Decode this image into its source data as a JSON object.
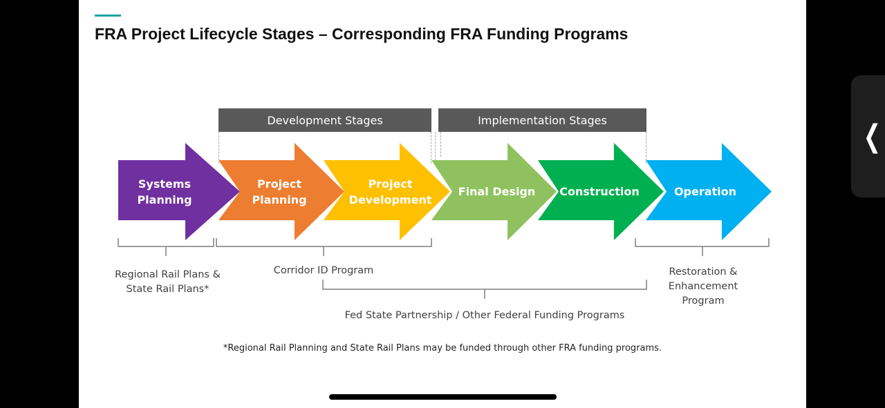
{
  "title": "FRA Project Lifecycle Stages – Corresponding FRA Funding Programs",
  "stage_groups": [
    {
      "label": "Development Stages"
    },
    {
      "label": "Implementation Stages"
    }
  ],
  "stages": [
    {
      "label": "Systems\nPlanning",
      "color": "#7030a0"
    },
    {
      "label": "Project\nPlanning",
      "color": "#ed7d31"
    },
    {
      "label": "Project\nDevelopment",
      "color": "#ffc000"
    },
    {
      "label": "Final Design",
      "color": "#8fc25f"
    },
    {
      "label": "Construction",
      "color": "#00b050"
    },
    {
      "label": "Operation",
      "color": "#00b0f0"
    }
  ],
  "funding_programs": [
    {
      "label": "Regional Rail Plans &\nState Rail Plans*"
    },
    {
      "label": "Corridor ID Program"
    },
    {
      "label": "Fed State Partnership / Other Federal Funding Programs"
    },
    {
      "label": "Restoration &\nEnhancement\nProgram"
    }
  ],
  "footnote": "*Regional Rail Planning and State Rail Plans may be funded through other FRA funding programs.",
  "side_tab": {
    "icon": "chevron-left-icon",
    "glyph": "❮"
  }
}
